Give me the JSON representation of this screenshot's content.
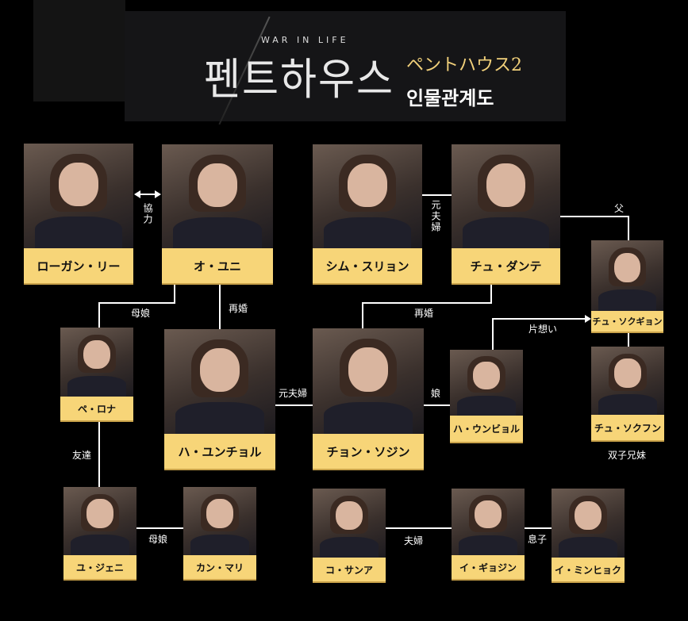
{
  "header": {
    "subtitle": "WAR IN LIFE",
    "logo": "펜트하우스",
    "title_jp": "ペントハウス2",
    "title_kr": "인물관계도"
  },
  "people": [
    "ローガン・リー",
    "オ・ユニ",
    "シム・スリョン",
    "チュ・ダンテ",
    "チュ・ソクギョン",
    "ペ・ロナ",
    "ハ・ユンチョル",
    "チョン・ソジン",
    "ハ・ウンビョル",
    "チュ・ソクフン",
    "ユ・ジェニ",
    "カン・マリ",
    "コ・サンア",
    "イ・ギョジン",
    "イ・ミンヒョク"
  ],
  "relations": {
    "cooperate": "協力",
    "ex_couple_1": "元夫婦",
    "father": "父",
    "mother_daughter_1": "母娘",
    "remarry_1": "再婚",
    "remarry_2": "再婚",
    "one_sided_love": "片想い",
    "ex_couple_2": "元夫婦",
    "daughter": "娘",
    "twins": "双子兄妹",
    "friends": "友達",
    "mother_daughter_2": "母娘",
    "married": "夫婦",
    "son": "息子"
  },
  "colors": {
    "label_bg": "#f7d578",
    "title_jp": "#f1d07a"
  }
}
